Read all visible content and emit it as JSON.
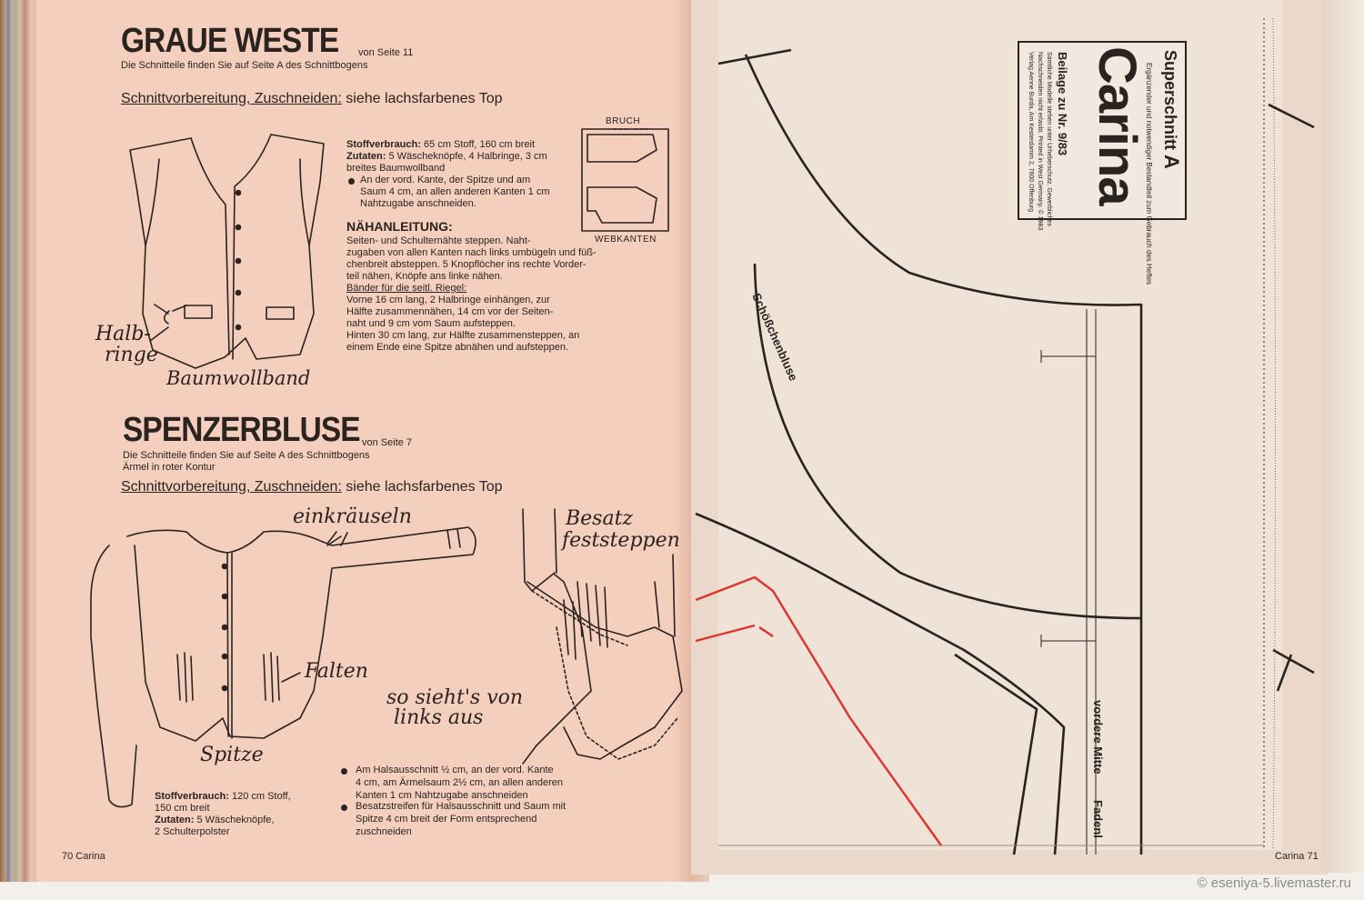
{
  "left": {
    "vest": {
      "title": "GRAUE WESTE",
      "from": "von Seite 11",
      "sub": "Die Schnitteile finden Sie auf Seite A des Schnittbogens",
      "prep_label": "Schnittvorbereitung, Zuschneiden:",
      "prep_value": "siehe lachsfarbenes Top",
      "fabric_label": "Stoffverbrauch:",
      "fabric_value": "65 cm Stoff, 160 cm breit",
      "notions_label": "Zutaten:",
      "notions_value": "5 Wäscheknöpfe, 4 Halbringe, 3 cm",
      "notions_value2": "breites Baumwollband",
      "bullet1": "An der vord. Kante, der Spitze und am",
      "bullet1b": "Saum 4 cm, an allen anderen Kanten 1 cm",
      "bullet1c": "Nahtzugabe anschneiden.",
      "sewing_title": "NÄHANLEITUNG:",
      "sewing": [
        "Seiten- und Schulternähte steppen. Naht-",
        "zugaben von allen Kanten nach links umbügeln und füß-",
        "chenbreit absteppen. 5 Knopflöcher ins rechte Vorder-",
        "teil nähen, Knöpfe ans linke nähen."
      ],
      "straps_title": "Bänder für die seitl. Riegel:",
      "straps": [
        "Vorne 16 cm lang, 2 Halbringe einhängen, zur",
        "Hälfte zusammennähen, 14 cm vor der Seiten-",
        "naht und 9 cm vom Saum aufsteppen.",
        "Hinten 30 cm lang, zur Hälfte zusammensteppen, an",
        "einem Ende eine Spitze abnähen und aufsteppen."
      ],
      "bruch": "BRUCH",
      "webkanten": "WEBKANTEN",
      "hand_halb": "Halb-",
      "hand_ringe": "ringe",
      "hand_band": "Baumwollband"
    },
    "blouse": {
      "title": "SPENZERBLUSE",
      "from": "von Seite 7",
      "sub": "Die Schnitteile finden Sie auf Seite A des Schnittbogens",
      "sub2": "Ärmel in roter Kontur",
      "prep_label": "Schnittvorbereitung, Zuschneiden:",
      "prep_value": "siehe lachsfarbenes Top",
      "hand_gather": "einkräuseln",
      "hand_facing1": "Besatz",
      "hand_facing2": "feststeppen",
      "hand_folds": "Falten",
      "hand_inside1": "so sieht's von",
      "hand_inside2": "links aus",
      "hand_tip": "Spitze",
      "fabric_label": "Stoffverbrauch:",
      "fabric_value": "120 cm Stoff,",
      "fabric_value2": "150 cm breit",
      "notions_label": "Zutaten:",
      "notions_value": "5 Wäscheknöpfe,",
      "notions_value2": "2 Schulterpolster",
      "bullet1": [
        "Am Halsausschnitt ½ cm, an der vord. Kante",
        "4 cm, am Ärmelsaum 2½ cm, an allen anderen",
        "Kanten 1 cm Nahtzugabe anschneiden"
      ],
      "bullet2": [
        "Besatzstreifen für Halsausschnitt und Saum mit",
        "Spitze 4 cm breit der Form entsprechend",
        "zuschneiden"
      ]
    },
    "footer": "70 Carina"
  },
  "right": {
    "label_piece": "Schößchenbluse",
    "label_center": "vordere Mitte",
    "label_grain": "Fadenl",
    "box": {
      "title": "Superschnitt",
      "letter": "A",
      "brand": "Carina",
      "supplement": "Beilage zu Nr. 9/83",
      "tagline": "Ergänzender und notwendiger Bestandteil zum Gebrauch des Heftes",
      "legal1": "Sämtliche Modelle stehen unter Urheberschutz. Gewerbliches",
      "legal2": "Nachschneiden nicht erlaubt. Printed in West Germany. © 1983",
      "legal3": "Verlag Aenne Burda, Am Kesterdamm 2, 7600 Offenburg"
    },
    "footer": "Carina 71"
  },
  "watermark": "© eseniya-5.livemaster.ru",
  "colors": {
    "ink": "#2a2320",
    "page_left": "#f5cfbd",
    "sheet": "#efe2d6",
    "red_contour": "#e0322a"
  }
}
